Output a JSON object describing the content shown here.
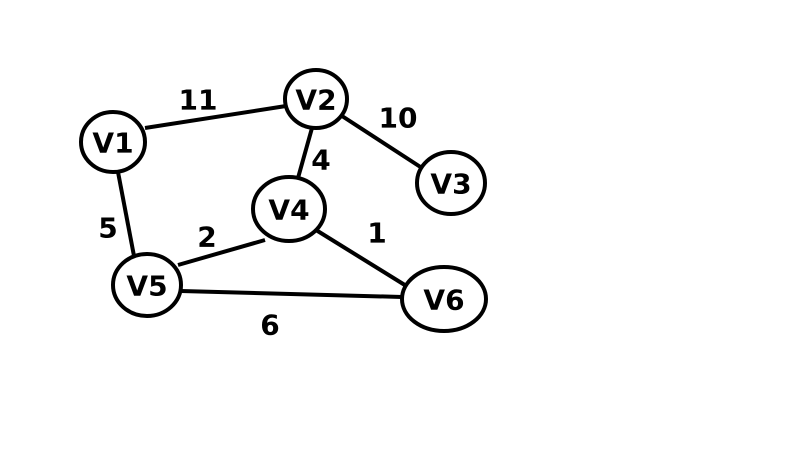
{
  "diagram": {
    "type": "weighted-undirected-graph",
    "nodes": [
      {
        "id": "V1",
        "label": "V1"
      },
      {
        "id": "V2",
        "label": "V2"
      },
      {
        "id": "V3",
        "label": "V3"
      },
      {
        "id": "V4",
        "label": "V4"
      },
      {
        "id": "V5",
        "label": "V5"
      },
      {
        "id": "V6",
        "label": "V6"
      }
    ],
    "edges": [
      {
        "from": "V1",
        "to": "V2",
        "weight": "11"
      },
      {
        "from": "V2",
        "to": "V3",
        "weight": "10"
      },
      {
        "from": "V2",
        "to": "V4",
        "weight": "4"
      },
      {
        "from": "V1",
        "to": "V5",
        "weight": "5"
      },
      {
        "from": "V4",
        "to": "V5",
        "weight": "2"
      },
      {
        "from": "V4",
        "to": "V6",
        "weight": "1"
      },
      {
        "from": "V5",
        "to": "V6",
        "weight": "6"
      }
    ],
    "colors": {
      "stroke": "#000000",
      "background": "#ffffff",
      "text": "#000000"
    }
  }
}
